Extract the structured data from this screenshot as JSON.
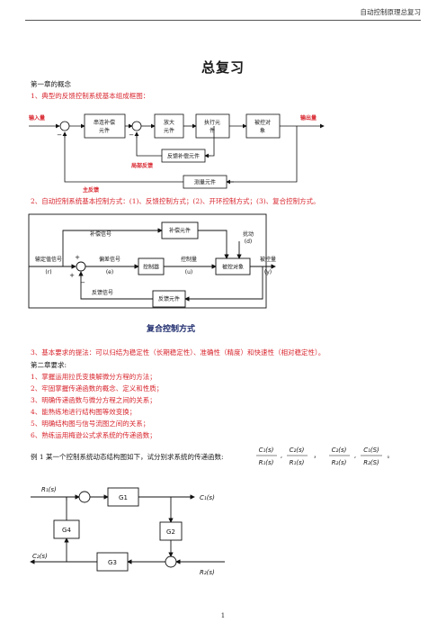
{
  "header": {
    "title": "自动控制原理总复习"
  },
  "page_title": "总复习",
  "chapter1": {
    "heading": "第一章的概念",
    "item1": "1、典型的反馈控制系统基本组成框图：",
    "item2": "2、自动控制系统基本控制方式：(1)、反馈控制方式；(2)、开环控制方式；(3)、复合控制方式。",
    "item3": "3、基本要求的提法：可以归结为稳定性（长期稳定性）、准确性（精度）和快速性（相对稳定性）。"
  },
  "diagram1": {
    "input_label": "输入量",
    "output_label": "输出量",
    "series_comp": [
      "串连补偿",
      "元件"
    ],
    "amplifier": [
      "放大",
      "元件"
    ],
    "actuator": [
      "执行元",
      "件"
    ],
    "plant": [
      "被控对",
      "象"
    ],
    "feedback_comp": "反馈补偿元件",
    "measurement": "测量元件",
    "local_feedback": "局部反馈",
    "main_feedback": "主反馈",
    "minus": "−"
  },
  "diagram2": {
    "compensator": "补偿元件",
    "comp_signal": "补偿信号",
    "disturbance": "扰动",
    "disturbance_sym": "(d)",
    "setpoint": "输定值信号",
    "setpoint_sym": "(r)",
    "error_signal": "偏差信号",
    "error_sym": "(e)",
    "controller": "控制器",
    "control_var": "控制量",
    "control_sym": "(u)",
    "plant": "被控对象",
    "controlled_var": "被控量",
    "controlled_sym": "(y)",
    "feedback_signal": "反馈信号",
    "feedback_elem": "反馈元件",
    "caption": "复合控制方式",
    "plus": "+",
    "minus": "−"
  },
  "chapter2": {
    "heading": "第二章要求:",
    "items": [
      "1、掌握运用拉氏变换解微分方程的方法；",
      "2、牢固掌握传递函数的概念、定义和性质；",
      "3、明确传递函数与微分方程之间的关系；",
      "4、能熟练地进行结构图等效变换；",
      "5、明确结构图与信号流图之间的关系；",
      "6、熟练运用梅逊公式求系统的传递函数；"
    ]
  },
  "example1": {
    "text": "例 1   某一个控制系统动态结构图如下，试分别求系统的传递函数:",
    "f1_num": "C₁(s)",
    "f1_den": "R₁(s)",
    "f2_num": "C₂(s)",
    "f2_den": "R₁(s)",
    "f3_num": "C₂(s)",
    "f3_den": "R₂(s)",
    "f4_num": "C₁(S)",
    "f4_den": "R₂(S)"
  },
  "diagram3": {
    "r1": "R₁(s)",
    "c1": "C₁(s)",
    "c2": "C₂(s)",
    "r2": "R₂(s)",
    "g1": "G1",
    "g2": "G2",
    "g3": "G3",
    "g4": "G4"
  },
  "page_number": "1"
}
